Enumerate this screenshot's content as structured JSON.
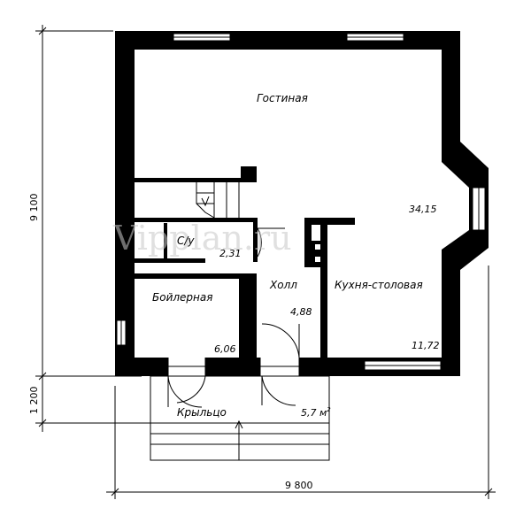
{
  "rooms": {
    "living": {
      "name": "Гостиная",
      "area": "34,15"
    },
    "wc": {
      "name": "С/у",
      "area": "2,31"
    },
    "boiler": {
      "name": "Бойлерная",
      "area": "6,06"
    },
    "hall": {
      "name": "Холл",
      "area": "4,88"
    },
    "kitchen": {
      "name": "Кухня-столовая",
      "area": "11,72"
    },
    "porch": {
      "name": "Крыльцо",
      "area": "5,7 м",
      "area_sup": "2"
    }
  },
  "dimensions": {
    "height_main": "9 100",
    "height_porch": "1 200",
    "width": "9 800"
  },
  "watermark": "Vipplan.ru",
  "colors": {
    "wall": "#000000",
    "background": "#ffffff",
    "watermark": "#c8c8c8"
  }
}
